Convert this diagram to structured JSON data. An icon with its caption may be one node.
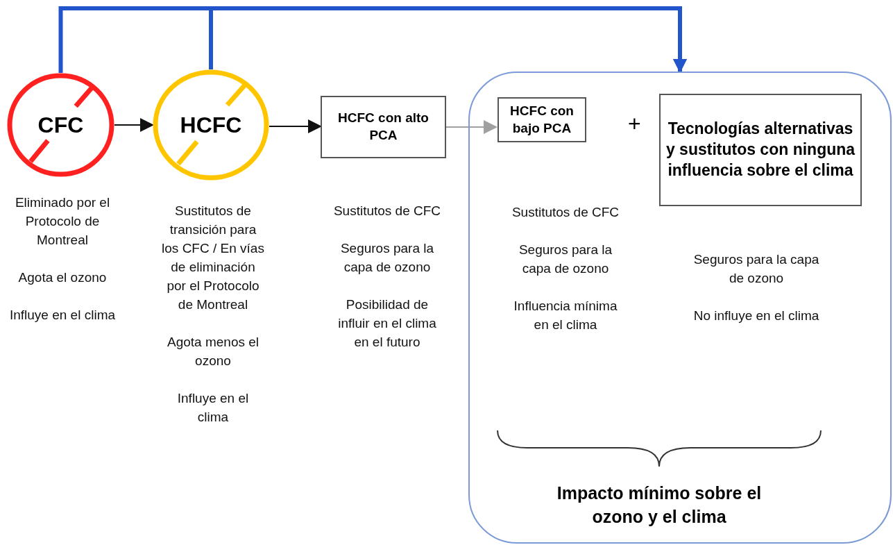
{
  "diagram": {
    "nodes": [
      {
        "text": [
          "CFC"
        ],
        "beside": [
          "Eliminado por el Protocolo de Montreal",
          "Agota el ozono",
          "Influye en el clima"
        ]
      },
      {
        "text": [
          "HCFC"
        ],
        "beside": [
          "Sustitutos de transición para los CFC / En vías de eliminación por el Protocolo de Montreal",
          "Agota menos el ozono",
          "Influye en el clima"
        ]
      },
      {
        "text": [
          "HCFC con alto PCA"
        ],
        "beside": [
          "Sustitutos de CFC",
          "Seguros para la capa de ozono",
          "Posibilidad de influir en el clima en el futuro"
        ]
      },
      {
        "text": [
          "Impacto mínimo sobre el ozono y el clima"
        ]
      },
      {
        "text": [
          "HCFC con bajo PCA"
        ],
        "in": 3,
        "beside": [
          "Sustitutos de CFC",
          "Seguros para la capa de ozono",
          "Influencia mínima en el clima"
        ]
      },
      {
        "text": [
          "Tecnologías alternativas y sustitutos con ninguna influencia sobre el clima"
        ],
        "in": 3,
        "beside": [
          "Seguros para la capa de ozono",
          "No influye en el clima"
        ]
      }
    ],
    "edges": [
      {
        "from": 0,
        "to": 1,
        "arrow": "to"
      },
      {
        "from": 1,
        "to": 2,
        "arrow": "to"
      },
      {
        "from": 2,
        "to": 4,
        "arrow": "to",
        "color": "#a0a0a0"
      },
      {
        "from": 0,
        "to": 3,
        "arrow": "to",
        "style": "thick",
        "color": "#2255cc"
      },
      {
        "from": 1,
        "to": 3,
        "arrow": "to",
        "style": "thick",
        "color": "#2255cc"
      }
    ],
    "labels": [
      "+"
    ]
  }
}
